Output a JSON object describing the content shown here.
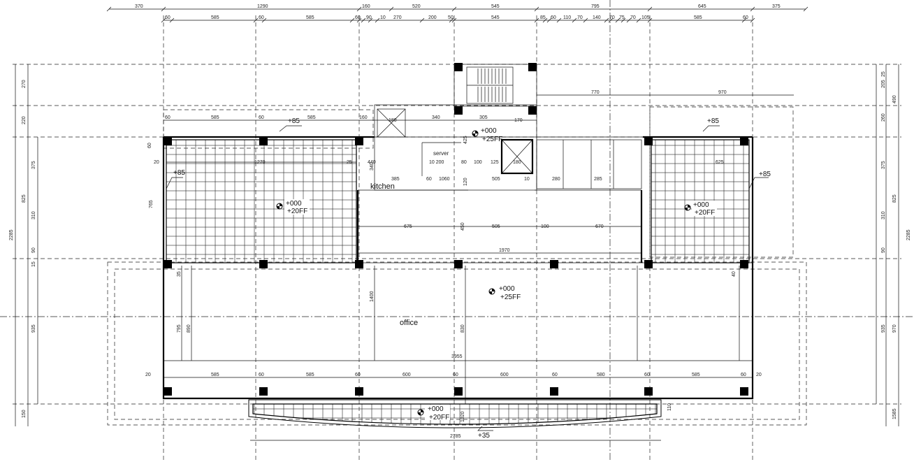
{
  "rooms": {
    "office": "office",
    "kitchen": "kitchen",
    "server": "server"
  },
  "levels": {
    "office_center": [
      "+000",
      "+25FF"
    ],
    "core": [
      "+000",
      "+25FF"
    ],
    "left_terrace": [
      "+000",
      "+20FF"
    ],
    "right_terrace": [
      "+000",
      "+20FF"
    ],
    "balcony": [
      "+000",
      "+20FF"
    ]
  },
  "marks": {
    "left_top": "+85",
    "right_top": "+85",
    "left_side": "+85",
    "right_side": "+85",
    "bottom": "+35"
  },
  "dims_top_row1": [
    "370",
    "1290",
    "160",
    "520",
    "545",
    "795",
    "645",
    "375"
  ],
  "dims_top_row2": [
    "60",
    "585",
    "60",
    "585",
    "60",
    "90",
    "10",
    "270",
    "200",
    "50",
    "545",
    "85",
    "60",
    "110",
    "70",
    "140",
    "70",
    "75",
    "70",
    "105",
    "585",
    "60"
  ],
  "dims_terrace_top": [
    "60",
    "585",
    "60",
    "585",
    "160",
    "340",
    "305",
    "770",
    "970"
  ],
  "dims_left": [
    "270",
    "220",
    "375",
    "825",
    "310",
    "765",
    "90",
    "15",
    "935",
    "150",
    "2285"
  ],
  "dims_right": [
    "25",
    "205",
    "490",
    "260",
    "375",
    "825",
    "310",
    "90",
    "935",
    "970",
    "1585",
    "2285"
  ],
  "dims_inner": [
    "1270",
    "675",
    "505",
    "100",
    "670",
    "1970",
    "3955",
    "2785",
    "625",
    "1400",
    "830",
    "795",
    "890",
    "1020",
    "110"
  ],
  "dims_bottom_row": [
    "20",
    "585",
    "60",
    "585",
    "60",
    "600",
    "60",
    "600",
    "60",
    "580",
    "60",
    "585",
    "60",
    "20"
  ],
  "dims_core": [
    "180",
    "170",
    "425",
    "440",
    "385",
    "60",
    "1060",
    "120",
    "505",
    "10",
    "280",
    "285",
    "125",
    "180",
    "100",
    "80",
    "10 200",
    "340",
    "20",
    "60",
    "25",
    "450",
    "40",
    "35"
  ]
}
